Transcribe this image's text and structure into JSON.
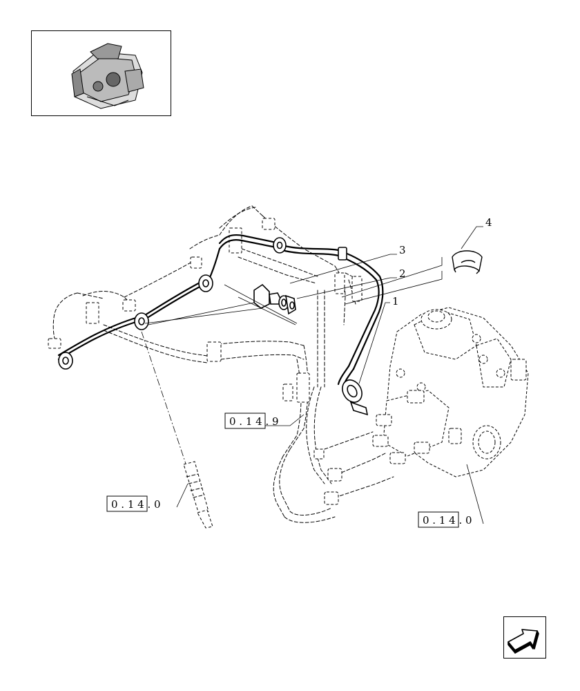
{
  "callouts": {
    "c1": "1",
    "c2": "2",
    "c3": "3",
    "c4": "4"
  },
  "refs": {
    "ref_pipe": "0 . 1 4 . 9",
    "ref_injector": "0 . 1 4 . 0",
    "ref_pump": "0 . 1 4 . 0"
  },
  "icons": {
    "thumbnail": "engine-thumbnail-icon",
    "nav": "next-page-arrow-icon"
  }
}
